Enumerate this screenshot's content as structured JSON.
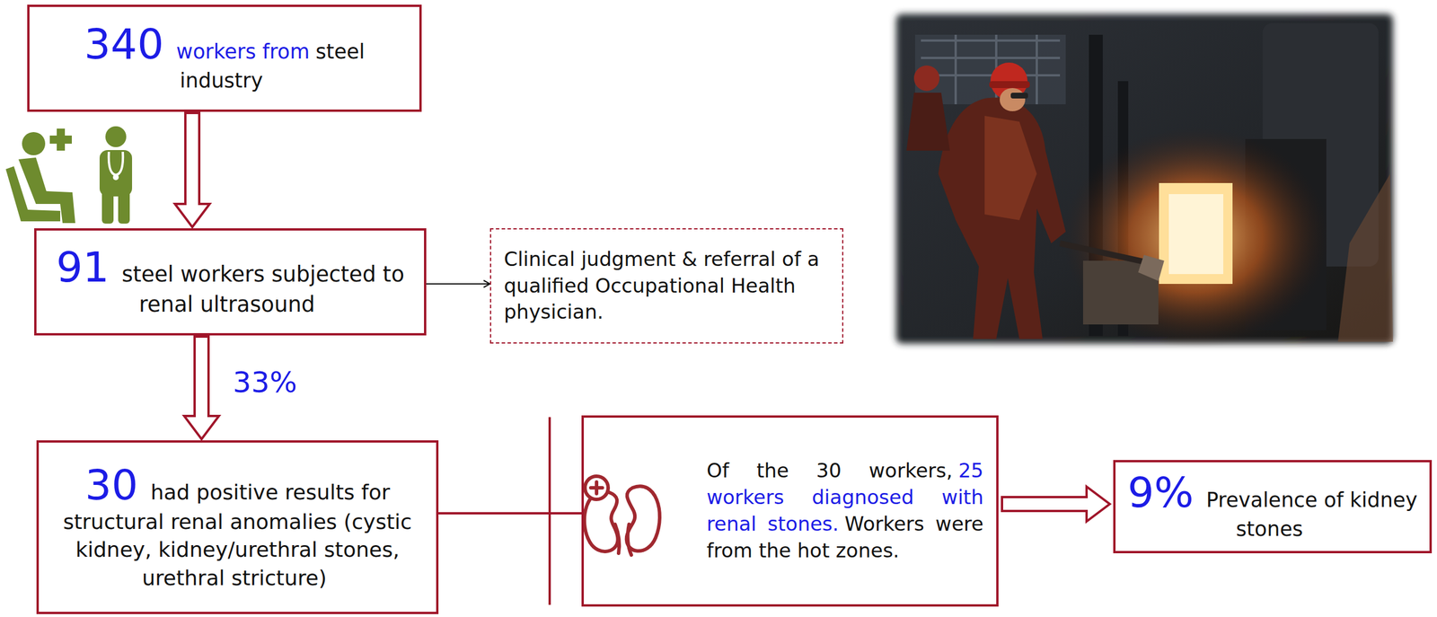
{
  "diagram": {
    "nodes": [
      {
        "text": [
          "340",
          "workers from",
          "steel industry"
        ]
      },
      {
        "text": [
          "91",
          "steel workers subjected to renal ultrasound"
        ]
      },
      {
        "text": [
          "Clinical judgment & referral of a qualified Occupational Health physician."
        ]
      },
      {
        "text": [
          "30",
          "had positive results for structural renal anomalies (cystic kidney, kidney/urethral stones, urethral stricture)"
        ]
      },
      {
        "text": [
          "Of the 30 workers,",
          "25 workers diagnosed with renal stones.",
          "Workers were from the hot zones."
        ]
      },
      {
        "text": [
          "9%",
          "Prevalence of kidney stones"
        ]
      }
    ],
    "edges": [
      {
        "from": 0,
        "to": 1,
        "arrow": "to"
      },
      {
        "from": 1,
        "to": 2,
        "arrow": "to"
      },
      {
        "from": 1,
        "to": 3,
        "arrow": "to",
        "label": "33%"
      },
      {
        "from": 3,
        "to": 4,
        "arrow": "none"
      },
      {
        "from": 4,
        "to": 5,
        "arrow": "to"
      }
    ]
  }
}
